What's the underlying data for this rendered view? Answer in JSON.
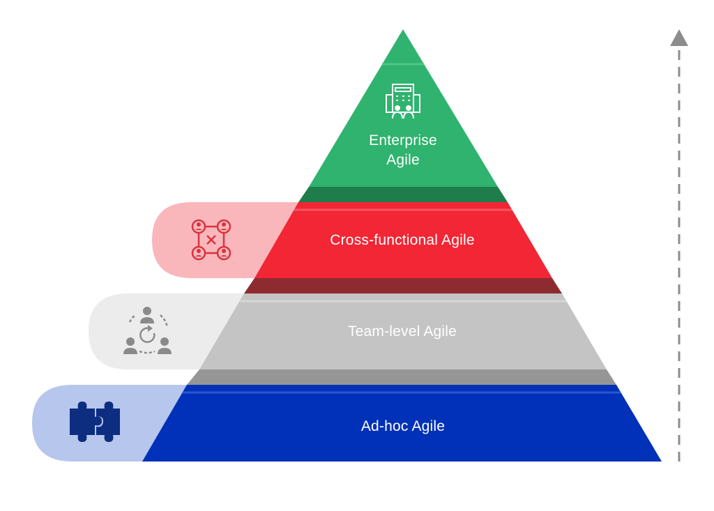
{
  "pyramid": {
    "levels": [
      {
        "id": "enterprise",
        "label_line1": "Enterprise",
        "label_line2": "Agile",
        "icon": "enterprise-building-people-icon",
        "color": "#2fb36e",
        "shadow": "#1f7d4c"
      },
      {
        "id": "cross-functional",
        "label": "Cross-functional Agile",
        "icon": "cross-functional-network-icon",
        "color": "#f22634",
        "shadow": "#8e2b30",
        "tab_color": "#f9b7bb",
        "icon_color": "#d9333f"
      },
      {
        "id": "team-level",
        "label": "Team-level Agile",
        "icon": "team-cycle-icon",
        "color": "#c4c4c4",
        "shadow": "#969696",
        "tab_color": "#ececec",
        "icon_color": "#8a8a8a"
      },
      {
        "id": "ad-hoc",
        "label": "Ad-hoc Agile",
        "icon": "puzzle-pieces-icon",
        "color": "#0131b8",
        "shadow": "#0a2a8a",
        "tab_color": "#b6c6ec",
        "icon_color": "#0d2d80"
      }
    ]
  },
  "progression_arrow": {
    "icon": "dashed-up-arrow-icon",
    "color": "#8c8c8c"
  }
}
